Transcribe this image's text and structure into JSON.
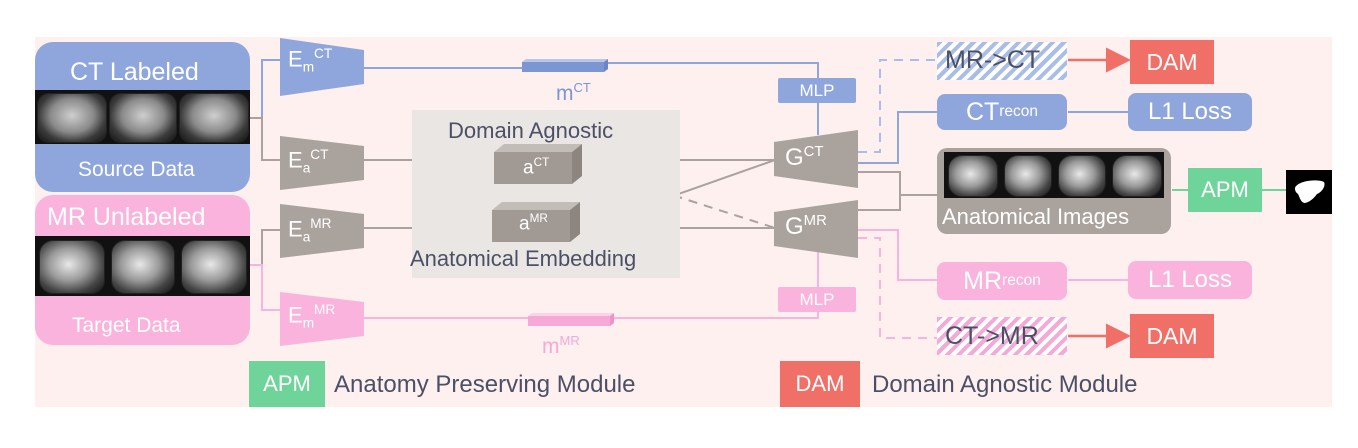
{
  "inputs": {
    "ct_title": "CT Labeled",
    "ct_caption": "Source Data",
    "mr_title": "MR Unlabeled",
    "mr_caption": "Target Data"
  },
  "encoders": {
    "em_ct": {
      "base": "E",
      "sub": "m",
      "sup": "CT"
    },
    "ea_ct": {
      "base": "E",
      "sub": "a",
      "sup": "CT"
    },
    "ea_mr": {
      "base": "E",
      "sub": "a",
      "sup": "MR"
    },
    "em_mr": {
      "base": "E",
      "sub": "m",
      "sup": "MR"
    }
  },
  "embeddings": {
    "m_ct": {
      "base": "m",
      "sup": "CT"
    },
    "m_mr": {
      "base": "m",
      "sup": "MR"
    },
    "a_ct": {
      "base": "a",
      "sup": "CT"
    },
    "a_mr": {
      "base": "a",
      "sup": "MR"
    },
    "domain_agnostic_label": "Domain Agnostic",
    "anatomical_embedding_label": "Anatomical Embedding"
  },
  "mlp": {
    "top": "MLP",
    "bottom": "MLP"
  },
  "generators": {
    "g_ct": {
      "base": "G",
      "sup": "CT"
    },
    "g_mr": {
      "base": "G",
      "sup": "MR"
    }
  },
  "outputs": {
    "mr_to_ct": "MR->CT",
    "ct_to_mr": "CT->MR",
    "ct_recon": {
      "base": "CT",
      "sub": "recon"
    },
    "mr_recon": {
      "base": "MR",
      "sub": "recon"
    },
    "dam_top": "DAM",
    "dam_bottom": "DAM",
    "l1_top": "L1 Loss",
    "l1_bottom": "L1 Loss",
    "anatomical_images": "Anatomical Images",
    "apm": "APM"
  },
  "legend": {
    "apm_tag": "APM",
    "apm_label": "Anatomy Preserving Module",
    "dam_tag": "DAM",
    "dam_label": "Domain Agnostic Module"
  },
  "colors": {
    "ct_blue": "#8fa6dc",
    "mr_pink": "#f9b3dc",
    "gray": "#a9a29d",
    "dam_red": "#f07068",
    "apm_green": "#6fd49a"
  }
}
